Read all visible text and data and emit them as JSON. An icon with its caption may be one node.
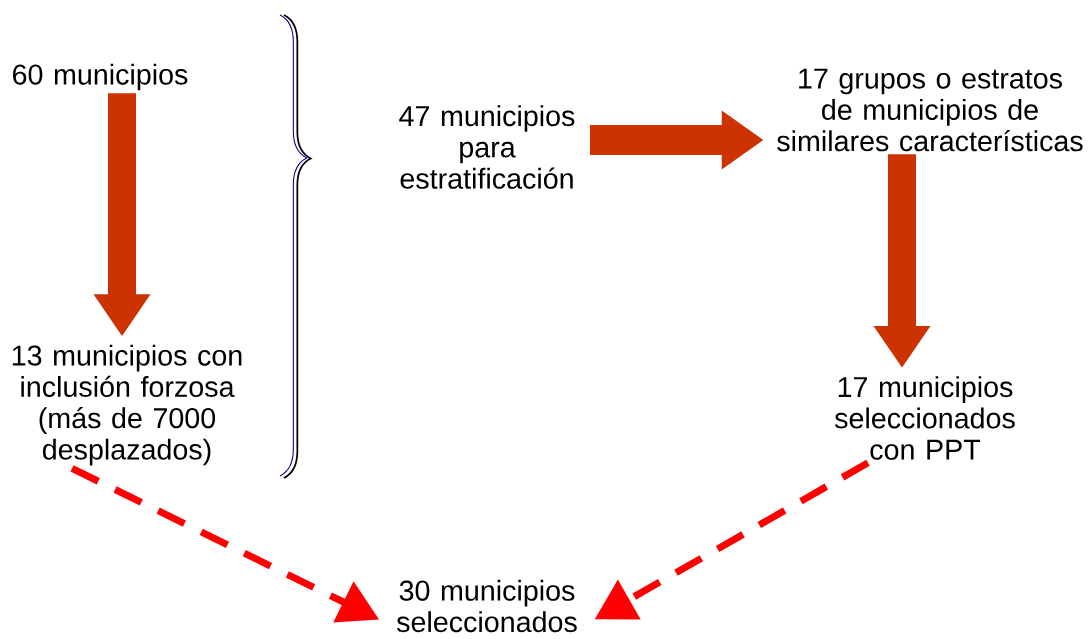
{
  "diagram": {
    "nodes": [
      {
        "text": [
          "60 municipios"
        ]
      },
      {
        "text": [
          "13 municipios con inclusión forzosa (más de 7000 desplazados)"
        ]
      },
      {
        "text": [
          "47 municipios para estratificación"
        ]
      },
      {
        "text": [
          "17 grupos o estratos de municipios de similares características"
        ]
      },
      {
        "text": [
          "17 municipios seleccionados con PPT"
        ]
      },
      {
        "text": [
          "30 municipios seleccionados"
        ]
      }
    ],
    "edges": [
      {
        "from": 0,
        "to": 1,
        "arrow": "to"
      },
      {
        "from": 2,
        "to": 3,
        "arrow": "to"
      },
      {
        "from": 3,
        "to": 4,
        "arrow": "to"
      },
      {
        "from": 1,
        "to": 5,
        "arrow": "to",
        "style": "dashed",
        "color": "#ff0000"
      },
      {
        "from": 4,
        "to": 5,
        "arrow": "to",
        "style": "dashed",
        "color": "#ff0000"
      }
    ]
  }
}
